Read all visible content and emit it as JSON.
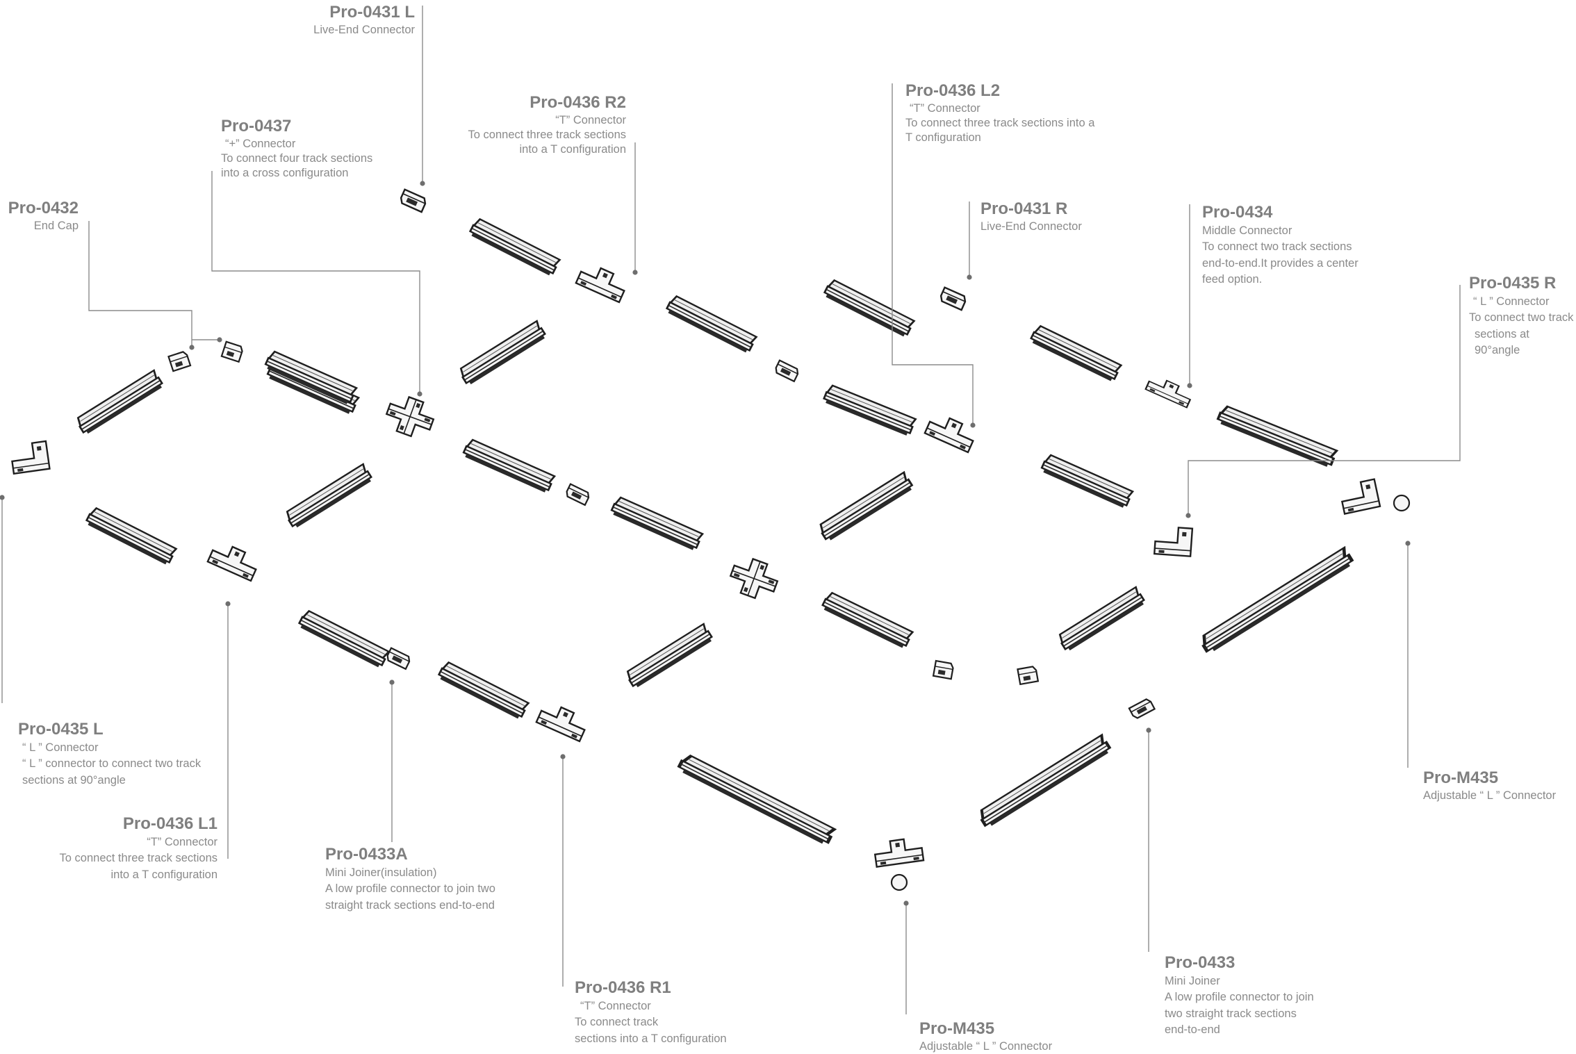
{
  "colors": {
    "line": "#8c8c8c",
    "track_outline": "#1e1e1e",
    "track_fill": "#f4f4f4",
    "track_slot": "#2a2a2a",
    "label_text": "#8a8a8a",
    "code_text": "#7f7f7f"
  },
  "labels": [
    {
      "id": "pro-0431-l",
      "code": "Pro-0431 L",
      "lines": [
        "Live-End Connector"
      ]
    },
    {
      "id": "pro-0437",
      "code": "Pro-0437",
      "lines": [
        "“+” Connector",
        "To connect four track sections",
        "into a cross configuration"
      ]
    },
    {
      "id": "pro-0436-r2",
      "code": "Pro-0436 R2",
      "lines": [
        "“T” Connector",
        "To connect three track sections",
        "into a T configuration"
      ]
    },
    {
      "id": "pro-0432",
      "code": "Pro-0432",
      "lines": [
        "End Cap"
      ]
    },
    {
      "id": "pro-0436-l2",
      "code": "Pro-0436 L2",
      "lines": [
        "“T” Connector",
        "To connect three track sections into a",
        "T configuration"
      ]
    },
    {
      "id": "pro-0431-r",
      "code": "Pro-0431 R",
      "lines": [
        "Live-End Connector"
      ]
    },
    {
      "id": "pro-0434",
      "code": "Pro-0434",
      "lines": [
        "Middle Connector",
        "To connect two track sections",
        "end-to-end.It provides a center",
        "feed option."
      ]
    },
    {
      "id": "pro-0435-r",
      "code": "Pro-0435 R",
      "lines": [
        "“ L ” Connector",
        "To connect two track",
        "sections at 90°angle"
      ]
    },
    {
      "id": "pro-0435-l",
      "code": "Pro-0435 L",
      "lines": [
        "“ L ” Connector",
        "“ L ” connector to connect two track",
        "sections at 90°angle"
      ]
    },
    {
      "id": "pro-0436-l1",
      "code": "Pro-0436 L1",
      "lines": [
        "“T” Connector",
        "To connect three track sections",
        "into a T configuration"
      ]
    },
    {
      "id": "pro-0433a",
      "code": "Pro-0433A",
      "lines": [
        "Mini Joiner(insulation)",
        "A low profile connector to join two",
        "straight track sections end-to-end"
      ]
    },
    {
      "id": "pro-m435-right",
      "code": "Pro-M435",
      "lines": [
        "Adjustable “ L ” Connector"
      ]
    },
    {
      "id": "pro-0436-r1",
      "code": "Pro-0436 R1",
      "lines": [
        "“T” Connector",
        "To connect track",
        "sections into a T configuration"
      ]
    },
    {
      "id": "pro-0433",
      "code": "Pro-0433",
      "lines": [
        "Mini Joiner",
        "A low profile connector to join",
        "two straight track sections",
        "end-to-end"
      ]
    },
    {
      "id": "pro-m435-bottom",
      "code": "Pro-M435",
      "lines": [
        "Adjustable “ L ” Connector"
      ]
    }
  ]
}
